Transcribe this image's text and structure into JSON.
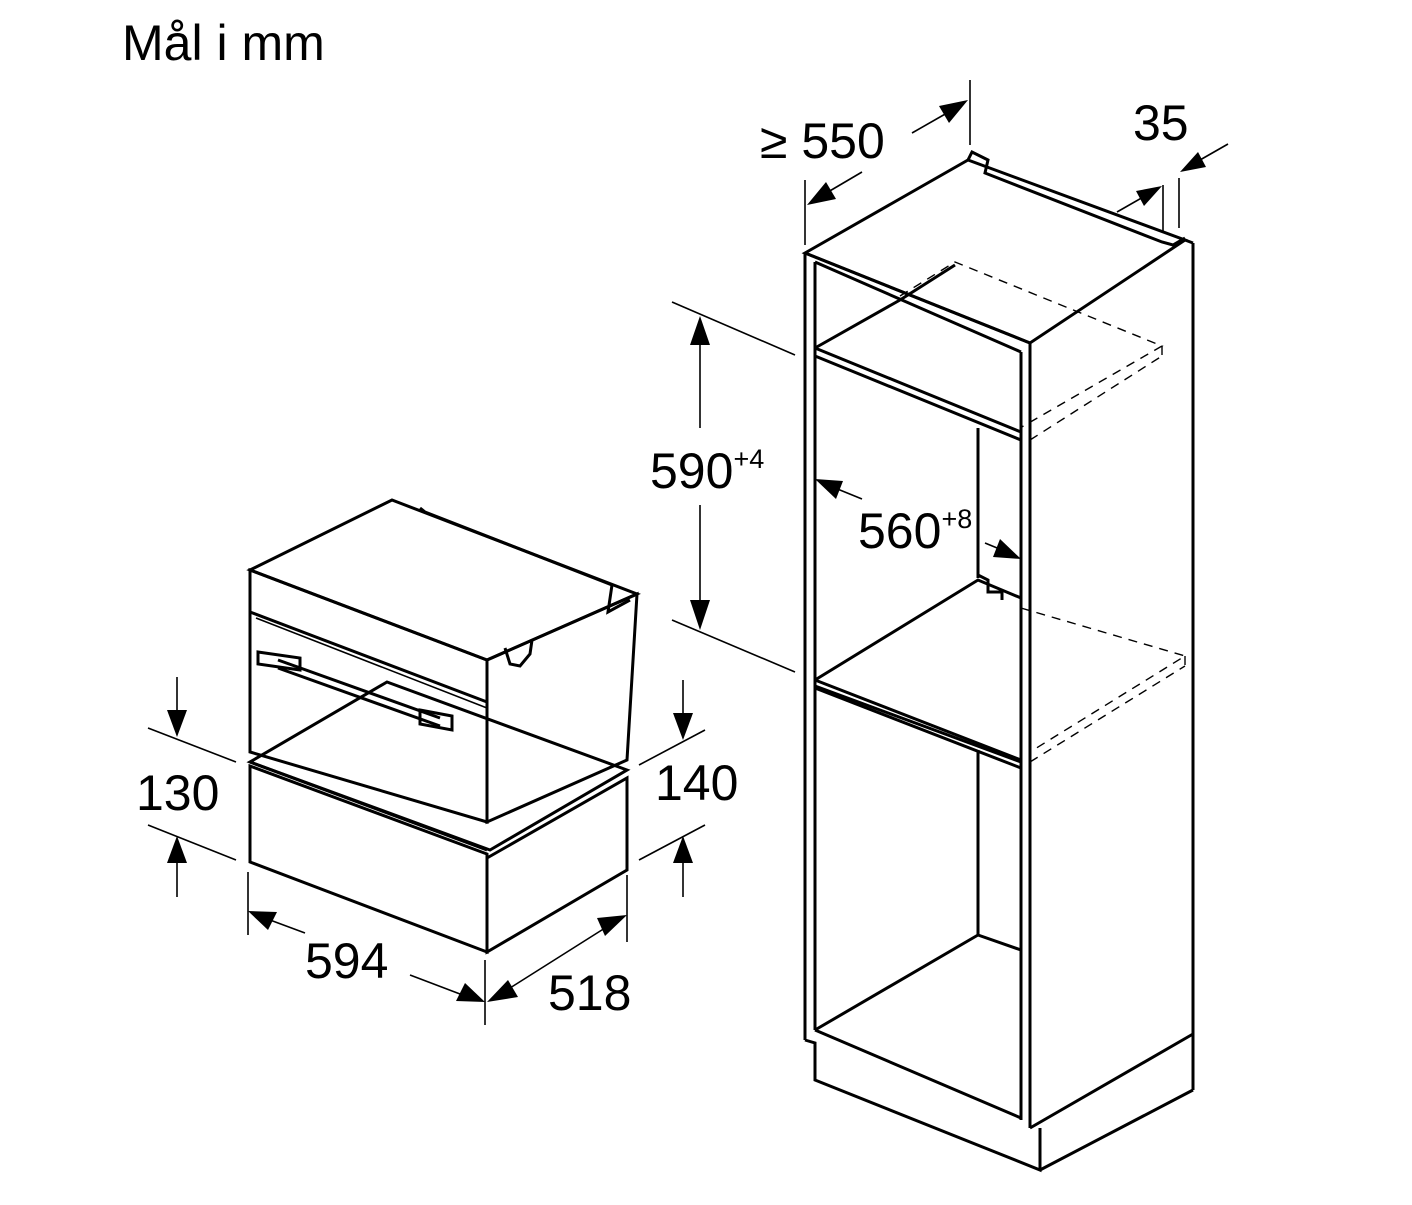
{
  "title": "Mål i mm",
  "dimensions": {
    "niche_depth": "≥ 550",
    "top_offset": "35",
    "niche_height": "590",
    "niche_height_tolerance": "+4",
    "niche_width": "560",
    "niche_width_tolerance": "+8",
    "drawer_front_height": "130",
    "drawer_side_height": "140",
    "drawer_width": "594",
    "drawer_depth": "518"
  },
  "colors": {
    "drawer_front": "#c8c8c8",
    "line": "#000000",
    "background": "#ffffff"
  }
}
